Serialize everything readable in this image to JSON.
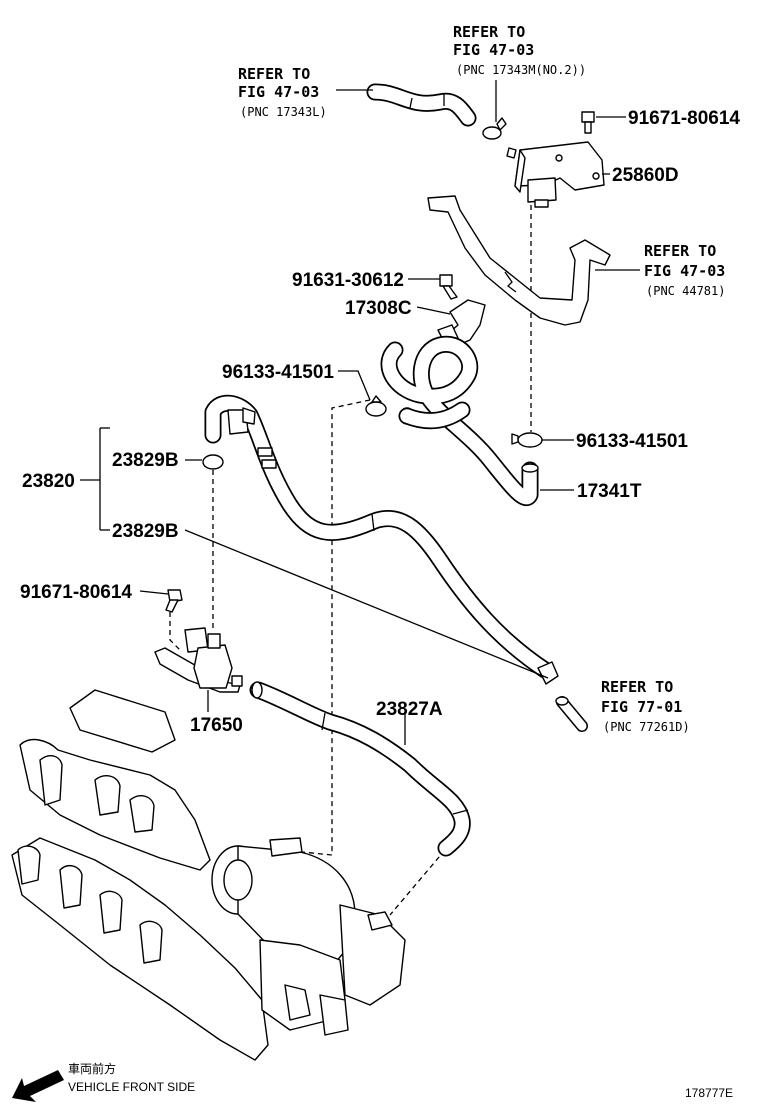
{
  "callouts": {
    "ref_hose_l": {
      "line1": "REFER TO",
      "line2": "FIG 47-03",
      "line3": "(PNC 17343L)"
    },
    "ref_hose_m": {
      "line1": "REFER TO",
      "line2": "FIG 47-03",
      "line3": "(PNC 17343M(NO.2))"
    },
    "ref_bracket": {
      "line1": "REFER TO",
      "line2": "FIG 47-03",
      "line3": "(PNC 44781)"
    },
    "ref_fig77": {
      "line1": "REFER TO",
      "line2": "FIG 77-01",
      "line3": "(PNC 77261D)"
    }
  },
  "parts": {
    "bolt_top": "91671-80614",
    "sensor": "25860D",
    "bolt_mid": "91631-30612",
    "bracket_17308c": "17308C",
    "clamp_left": "96133-41501",
    "clamp_right": "96133-41501",
    "hose_17341t": "17341T",
    "assembly": "23820",
    "clip_upper": "23829B",
    "clip_lower": "23829B",
    "bolt_left": "91671-80614",
    "vsv": "17650",
    "hose_23827a": "23827A"
  },
  "footer": {
    "direction_jp": "車両前方",
    "direction_en": "VEHICLE FRONT SIDE",
    "figure_id": "178777E"
  }
}
